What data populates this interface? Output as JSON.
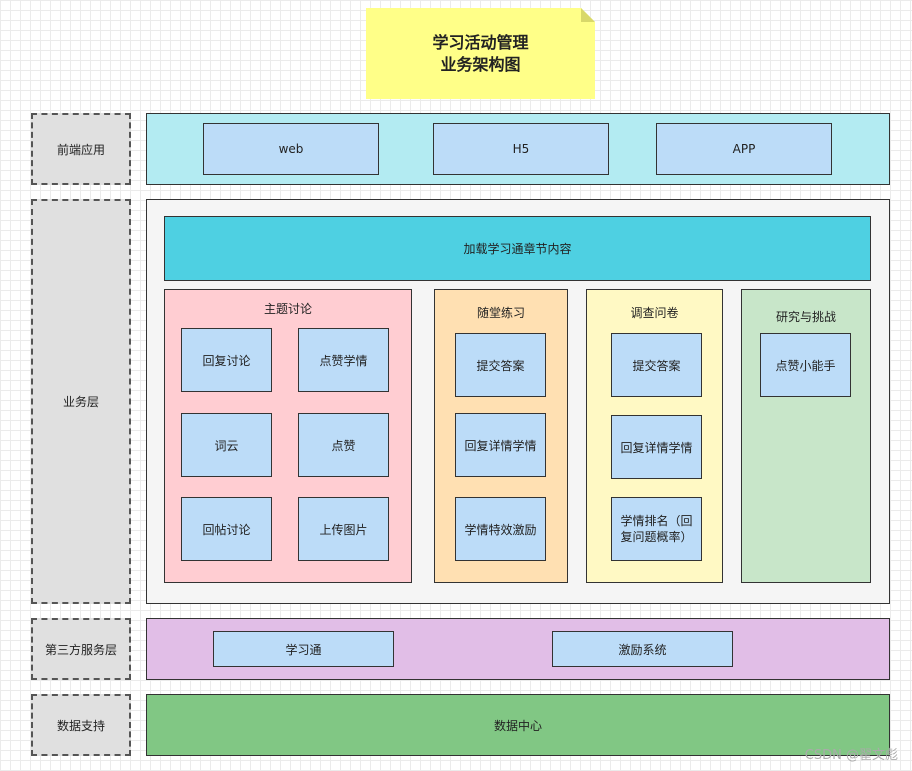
{
  "title": {
    "line1": "学习活动管理",
    "line2": "业务架构图"
  },
  "layers": {
    "frontend": {
      "label": "前端应用",
      "items": [
        "web",
        "H5",
        "APP"
      ]
    },
    "business": {
      "label": "业务层",
      "banner": "加载学习通章节内容",
      "groups": [
        {
          "title": "主题讨论",
          "items": [
            "回复讨论",
            "点赞学情",
            "词云",
            "点赞",
            "回帖讨论",
            "上传图片"
          ]
        },
        {
          "title": "随堂练习",
          "items": [
            "提交答案",
            "回复详情学情",
            "学情特效激励"
          ]
        },
        {
          "title": "调查问卷",
          "items": [
            "提交答案",
            "回复详情学情",
            "学情排名（回复问题概率）"
          ]
        },
        {
          "title": "研究与挑战",
          "items": [
            "点赞小能手"
          ]
        }
      ]
    },
    "third_party": {
      "label": "第三方服务层",
      "items": [
        "学习通",
        "激励系统"
      ]
    },
    "data": {
      "label": "数据支持",
      "center": "数据中心"
    }
  },
  "watermark": "CSDN @翟文彪",
  "colors": {
    "note": "#ffff88",
    "frontend_bg": "#b3ebf2",
    "item_box": "#bcdcf8",
    "banner": "#4ed0e2",
    "business_bg": "#f5f5f5",
    "topic_bg": "#ffcdd2",
    "practice_bg": "#ffe0b2",
    "survey_bg": "#fff9c4",
    "research_bg": "#c8e6c9",
    "third_party_bg": "#e1bee7",
    "data_bg": "#81c784",
    "side_bg": "#e0e0e0"
  }
}
